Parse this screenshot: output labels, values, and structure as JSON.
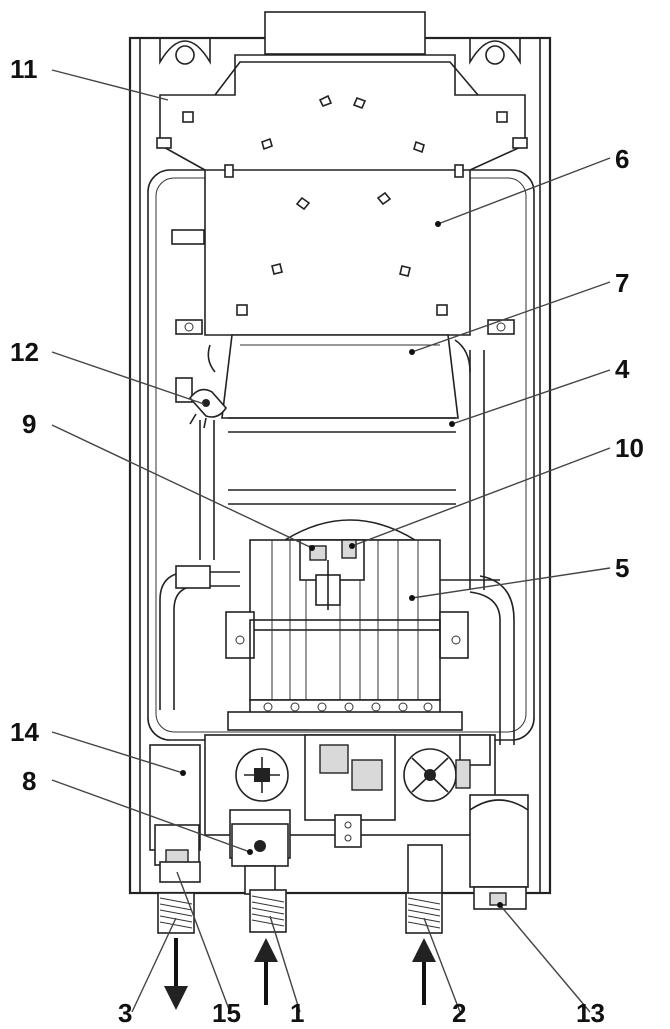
{
  "callouts": [
    {
      "id": "11",
      "label": "11"
    },
    {
      "id": "6",
      "label": "6"
    },
    {
      "id": "7",
      "label": "7"
    },
    {
      "id": "12",
      "label": "12"
    },
    {
      "id": "4",
      "label": "4"
    },
    {
      "id": "9",
      "label": "9"
    },
    {
      "id": "10",
      "label": "10"
    },
    {
      "id": "5",
      "label": "5"
    },
    {
      "id": "14",
      "label": "14"
    },
    {
      "id": "8",
      "label": "8"
    },
    {
      "id": "3",
      "label": "3"
    },
    {
      "id": "15",
      "label": "15"
    },
    {
      "id": "1",
      "label": "1"
    },
    {
      "id": "2",
      "label": "2"
    },
    {
      "id": "13",
      "label": "13"
    }
  ],
  "flow_arrows": [
    {
      "id": "outlet-3",
      "direction": "down"
    },
    {
      "id": "inlet-1",
      "direction": "up"
    },
    {
      "id": "inlet-2",
      "direction": "up"
    }
  ],
  "colors": {
    "line": "#222222",
    "fill": "#ffffff",
    "shade": "#d9d9d9"
  }
}
